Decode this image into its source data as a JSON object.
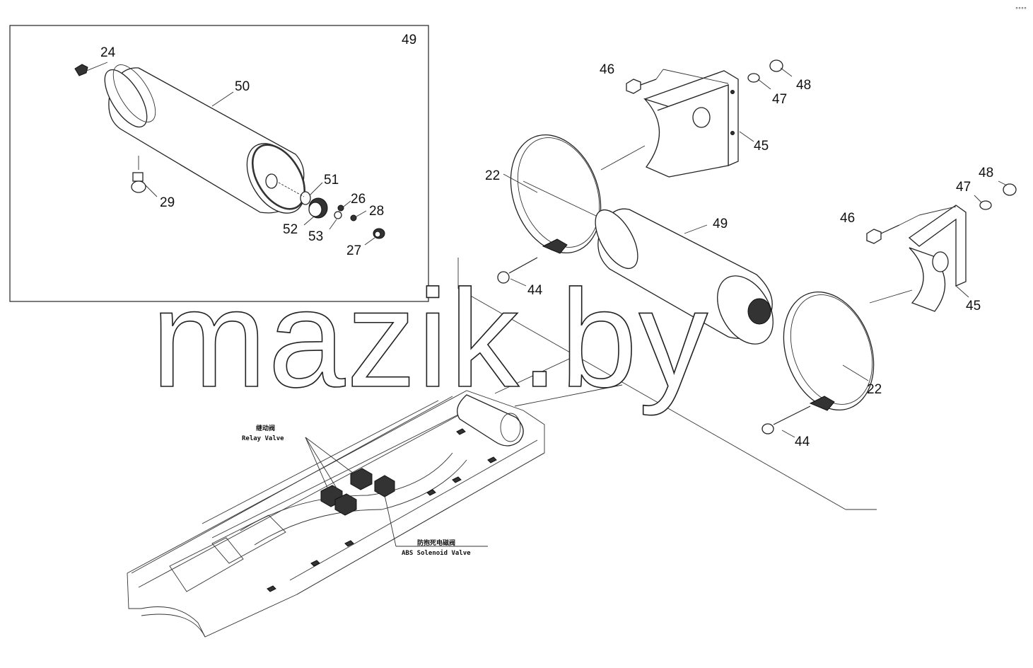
{
  "inset": {
    "label": "49"
  },
  "callouts": {
    "c24": "24",
    "c50": "50",
    "c29": "29",
    "c51": "51",
    "c26": "26",
    "c28": "28",
    "c52": "52",
    "c53": "53",
    "c27": "27",
    "c46a": "46",
    "c47a": "47",
    "c48a": "48",
    "c45a": "45",
    "c22a": "22",
    "c49": "49",
    "c44a": "44",
    "c46b": "46",
    "c47b": "47",
    "c48b": "48",
    "c45b": "45",
    "c22b": "22",
    "c44b": "44"
  },
  "chassis_labels": {
    "relay_cn": "继动阀",
    "relay_en": "Relay Valve",
    "abs_cn": "防抱死电磁阀",
    "abs_en": "ABS Solenoid Valve"
  },
  "watermark": "mazik.by",
  "corner_mark": "°°°°"
}
